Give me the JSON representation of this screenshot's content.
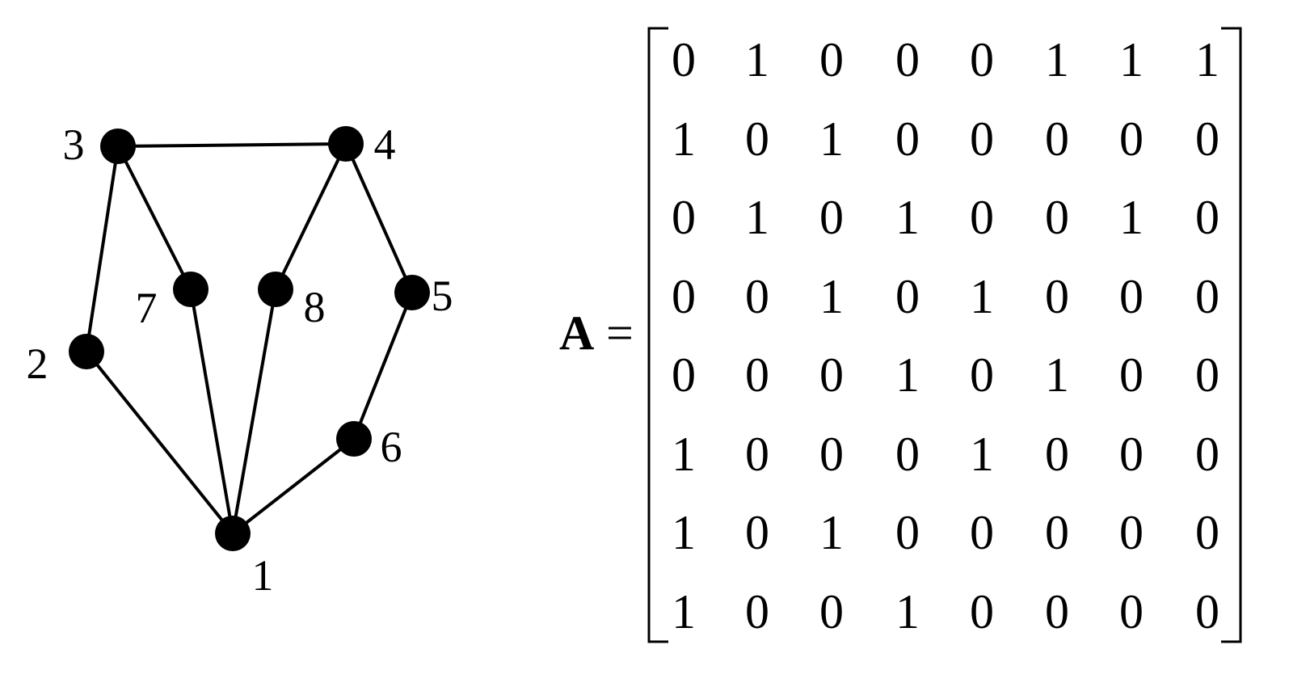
{
  "graph": {
    "nodes": [
      {
        "id": "1",
        "label": "1"
      },
      {
        "id": "2",
        "label": "2"
      },
      {
        "id": "3",
        "label": "3"
      },
      {
        "id": "4",
        "label": "4"
      },
      {
        "id": "5",
        "label": "5"
      },
      {
        "id": "6",
        "label": "6"
      },
      {
        "id": "7",
        "label": "7"
      },
      {
        "id": "8",
        "label": "8"
      }
    ],
    "edges": [
      [
        "3",
        "4"
      ],
      [
        "3",
        "2"
      ],
      [
        "3",
        "7"
      ],
      [
        "4",
        "8"
      ],
      [
        "4",
        "5"
      ],
      [
        "2",
        "1"
      ],
      [
        "7",
        "1"
      ],
      [
        "8",
        "1"
      ],
      [
        "5",
        "6"
      ],
      [
        "6",
        "1"
      ]
    ]
  },
  "matrix": {
    "symbol": "A",
    "equals": "=",
    "rows": [
      [
        "0",
        "1",
        "0",
        "0",
        "0",
        "1",
        "1",
        "1"
      ],
      [
        "1",
        "0",
        "1",
        "0",
        "0",
        "0",
        "0",
        "0"
      ],
      [
        "0",
        "1",
        "0",
        "1",
        "0",
        "0",
        "1",
        "0"
      ],
      [
        "0",
        "0",
        "1",
        "0",
        "1",
        "0",
        "0",
        "0"
      ],
      [
        "0",
        "0",
        "0",
        "1",
        "0",
        "1",
        "0",
        "0"
      ],
      [
        "1",
        "0",
        "0",
        "0",
        "1",
        "0",
        "0",
        "0"
      ],
      [
        "1",
        "0",
        "1",
        "0",
        "0",
        "0",
        "0",
        "0"
      ],
      [
        "1",
        "0",
        "0",
        "1",
        "0",
        "0",
        "0",
        "0"
      ]
    ]
  }
}
